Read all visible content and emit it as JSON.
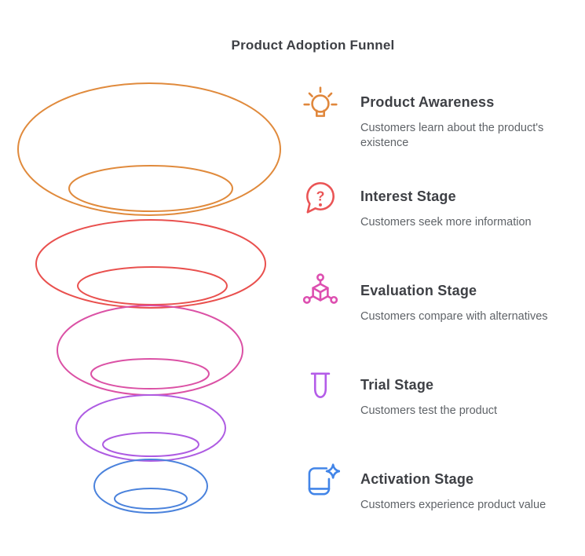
{
  "title": "Product Adoption Funnel",
  "colors": {
    "heading_text": "#3e4045",
    "description_text": "#5f6368",
    "background": "#ffffff"
  },
  "funnel": {
    "tier_colors": [
      "#e08a3c",
      "#e9504e",
      "#db51a5",
      "#ae5ce2",
      "#4a82dc"
    ]
  },
  "stages": [
    {
      "name": "Product Awareness",
      "description": "Customers learn about the product's existence",
      "color": "#e0873c",
      "icon": "lightbulb-icon"
    },
    {
      "name": "Interest Stage",
      "description": "Customers seek more information",
      "color": "#ea5455",
      "icon": "question-bubble-icon",
      "glyph": "?"
    },
    {
      "name": "Evaluation Stage",
      "description": "Customers compare with alternatives",
      "color": "#dd4fb0",
      "icon": "cube-network-icon"
    },
    {
      "name": "Trial Stage",
      "description": "Customers test the product",
      "color": "#b45ce8",
      "icon": "test-tube-icon"
    },
    {
      "name": "Activation Stage",
      "description": "Customers experience product value",
      "color": "#4285e8",
      "icon": "card-sparkle-icon"
    }
  ]
}
